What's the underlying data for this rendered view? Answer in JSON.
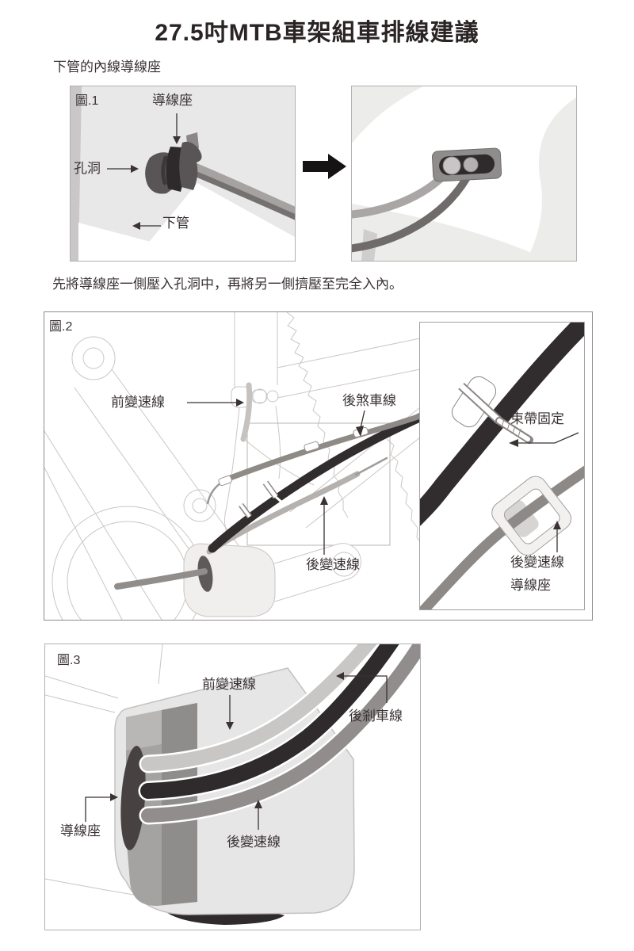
{
  "page": {
    "title": "27.5吋MTB車架組車排線建議",
    "subtitle": "下管的內線導線座",
    "step_caption": "先將導線座一側壓入孔洞中，再將另一側擠壓至完全入內。"
  },
  "figure1": {
    "label": "圖.1",
    "annotations": {
      "cable_guide": "導線座",
      "hole": "孔洞",
      "down_tube": "下管"
    }
  },
  "figure2": {
    "label": "圖.2",
    "annotations": {
      "front_derailleur_cable": "前變速線",
      "rear_brake_cable": "後煞車線",
      "rear_derailleur_cable": "後變速線",
      "zip_tie_fix": "束帶固定",
      "rear_derailleur_guide_line1": "後變速線",
      "rear_derailleur_guide_line2": "導線座"
    }
  },
  "figure3": {
    "label": "圖.3",
    "annotations": {
      "front_derailleur_cable": "前變速線",
      "rear_brake_cable": "後剎車線",
      "cable_guide": "導線座",
      "rear_derailleur_cable": "後變速線"
    }
  },
  "colors": {
    "text": "#3a3233",
    "cable_black": "#312d2e",
    "cable_gray": "#8e8a88",
    "cable_light_gray": "#c9c7c6"
  }
}
